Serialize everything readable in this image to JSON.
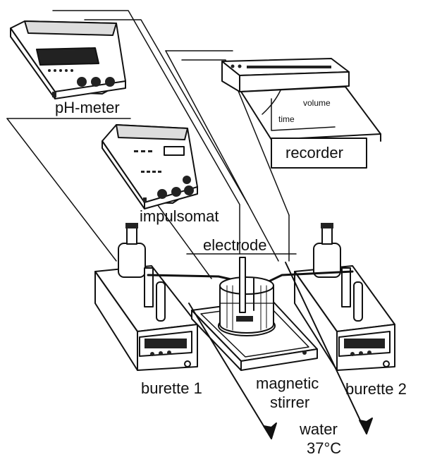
{
  "labels": {
    "ph_meter": "pH-meter",
    "impulsomat": "impulsomat",
    "electrode": "electrode",
    "recorder": "recorder",
    "volume": "volume",
    "time": "time",
    "burette_1": "burette 1",
    "burette_2": "burette 2",
    "magnetic": "magnetic",
    "stirrer": "stirrer",
    "water": "water",
    "temperature": "37°C"
  }
}
